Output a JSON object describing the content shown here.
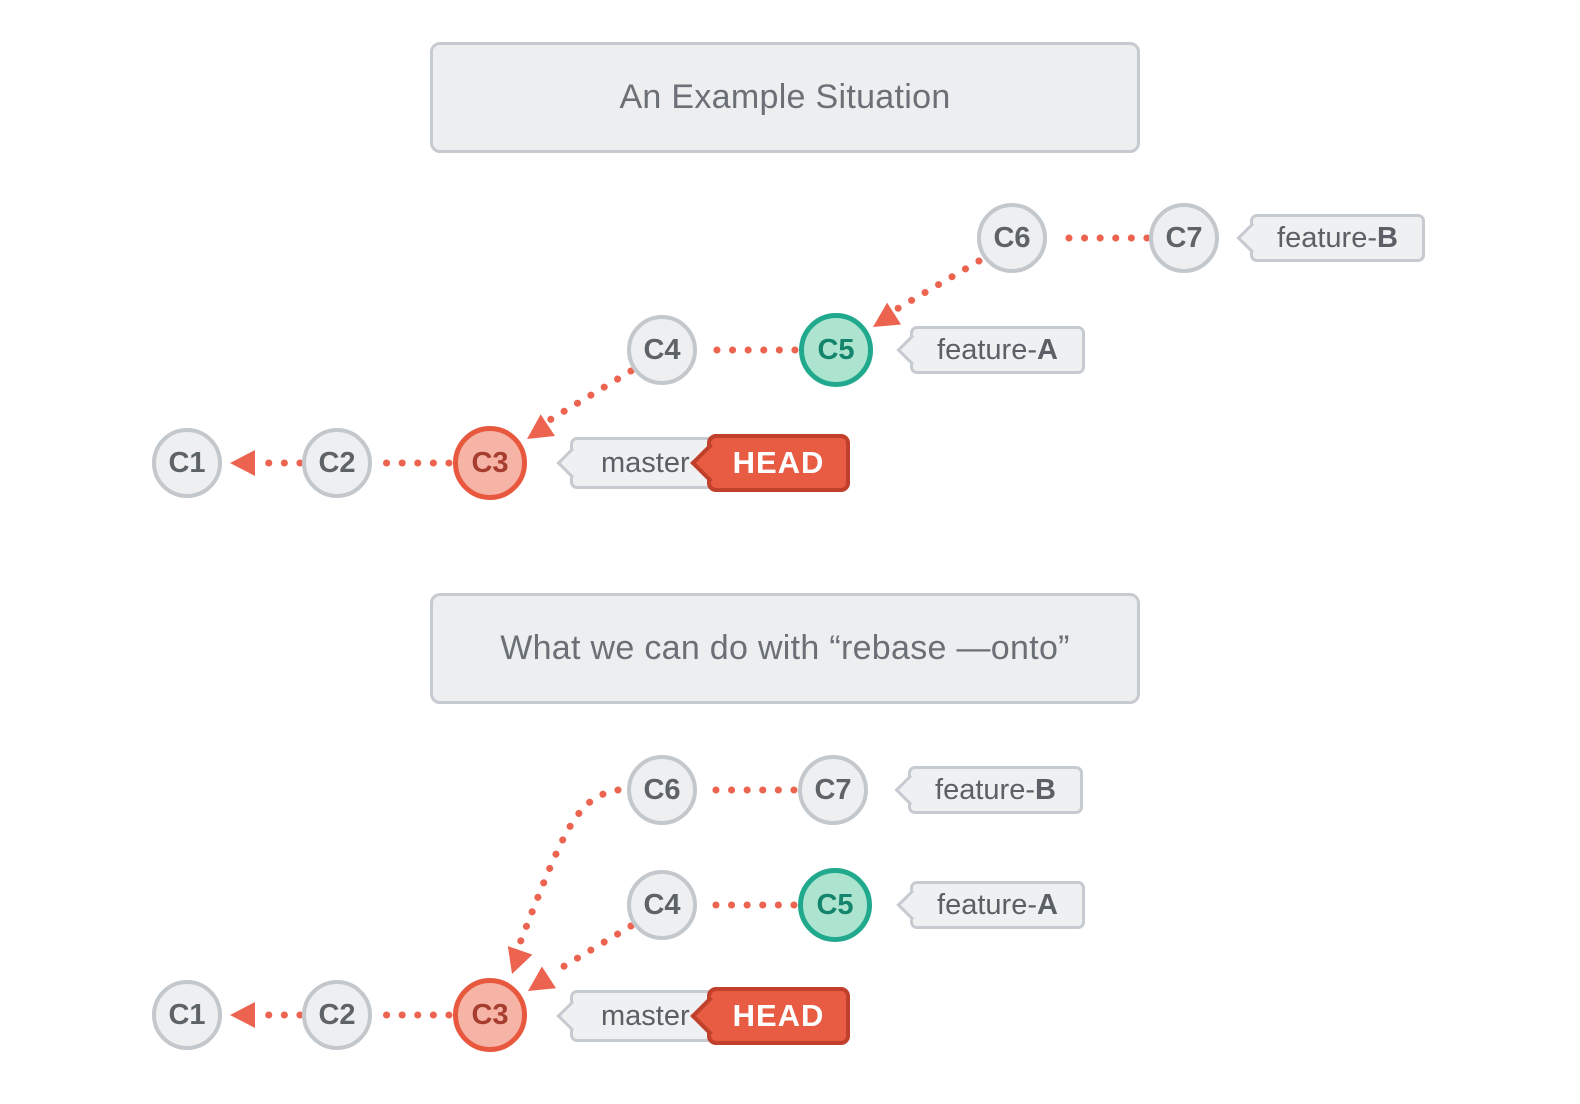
{
  "diagram": "git-rebase-onto-explainer",
  "colors": {
    "background": "#ffffff",
    "panel_fill": "#eceef0",
    "panel_border": "#c6cbd1",
    "panel_text": "#6a7076",
    "node_fill": "#edeff1",
    "node_border": "#c3c8cd",
    "node_text": "#5d6367",
    "highlight_red_fill": "#f5b4a6",
    "highlight_red_border": "#e8583e",
    "highlight_red_text": "#a63d2f",
    "highlight_teal_fill": "#ace4d0",
    "highlight_teal_border": "#21a98e",
    "highlight_teal_text": "#14846c",
    "edge_dots": "#ec6450",
    "head_fill": "#e75c43",
    "head_border": "#c0402c",
    "head_text": "#ffffff"
  },
  "sections": [
    {
      "title": "An Example Situation",
      "nodes": {
        "c1": "C1",
        "c2": "C2",
        "c3": "C3",
        "c4": "C4",
        "c5": "C5",
        "c6": "C6",
        "c7": "C7"
      },
      "labels": {
        "feature_b": {
          "prefix": "feature-",
          "bold": "B"
        },
        "feature_a": {
          "prefix": "feature-",
          "bold": "A"
        },
        "master": "master",
        "head": "HEAD"
      }
    },
    {
      "title": "What we can do with “rebase —onto”",
      "nodes": {
        "c1": "C1",
        "c2": "C2",
        "c3": "C3",
        "c4": "C4",
        "c5": "C5",
        "c6": "C6",
        "c7": "C7"
      },
      "labels": {
        "feature_b": {
          "prefix": "feature-",
          "bold": "B"
        },
        "feature_a": {
          "prefix": "feature-",
          "bold": "A"
        },
        "master": "master",
        "head": "HEAD"
      }
    }
  ]
}
